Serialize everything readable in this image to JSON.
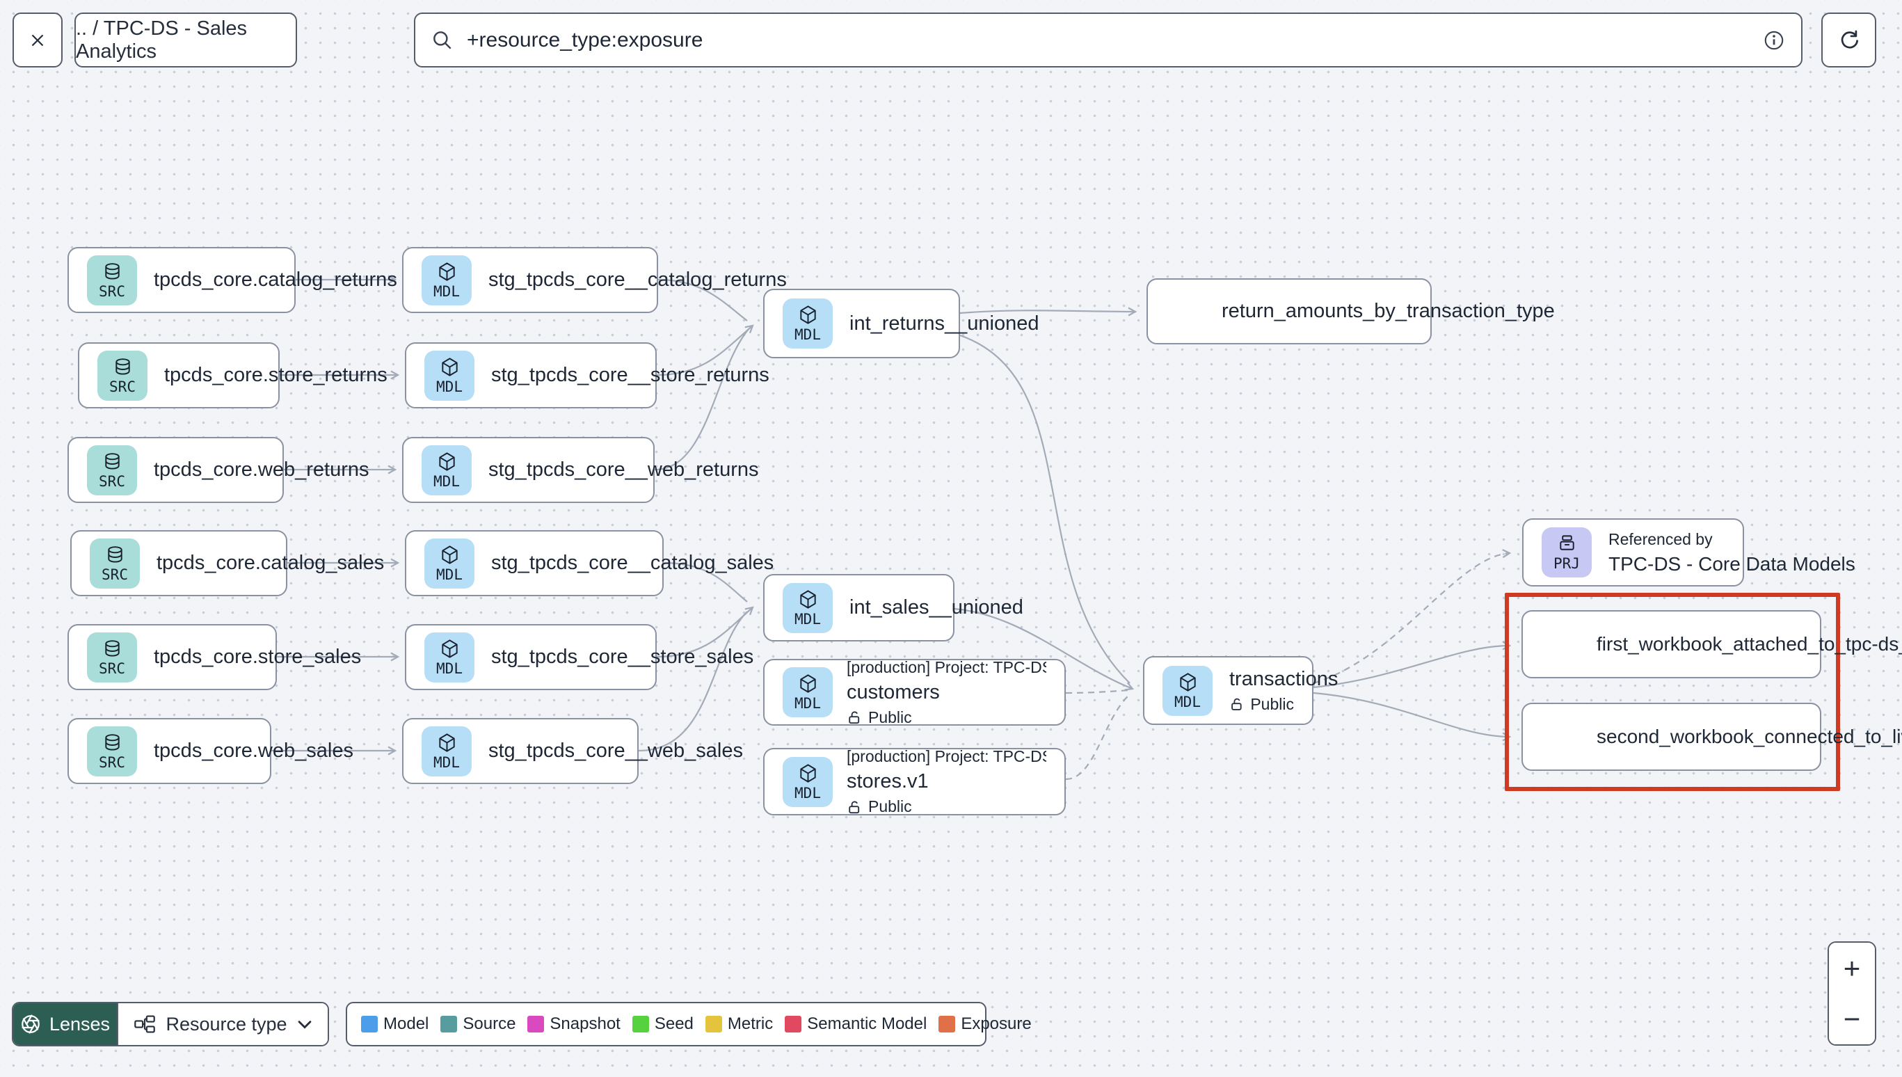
{
  "header": {
    "breadcrumb": ".. / TPC-DS - Sales Analytics",
    "search_value": "+resource_type:exposure"
  },
  "badges": {
    "source": "SRC",
    "model": "MDL",
    "project": "PRJ"
  },
  "nodes": [
    {
      "type": "source",
      "label": "tpcds_core.catalog_returns"
    },
    {
      "type": "source",
      "label": "tpcds_core.store_returns"
    },
    {
      "type": "source",
      "label": "tpcds_core.web_returns"
    },
    {
      "type": "source",
      "label": "tpcds_core.catalog_sales"
    },
    {
      "type": "source",
      "label": "tpcds_core.store_sales"
    },
    {
      "type": "source",
      "label": "tpcds_core.web_sales"
    },
    {
      "type": "model",
      "label": "stg_tpcds_core__catalog_returns"
    },
    {
      "type": "model",
      "label": "stg_tpcds_core__store_returns"
    },
    {
      "type": "model",
      "label": "stg_tpcds_core__web_returns"
    },
    {
      "type": "model",
      "label": "stg_tpcds_core__catalog_sales"
    },
    {
      "type": "model",
      "label": "stg_tpcds_core__store_sales"
    },
    {
      "type": "model",
      "label": "stg_tpcds_core__web_sales"
    },
    {
      "type": "model",
      "label": "int_returns__unioned"
    },
    {
      "type": "model",
      "label": "int_sales__unioned"
    },
    {
      "type": "model",
      "project_line": "[production] Project: TPC-DS - Core Data Mo…",
      "label": "customers",
      "access": "Public"
    },
    {
      "type": "model",
      "project_line": "[production] Project: TPC-DS - Core Data Mo…",
      "label": "stores.v1",
      "access": "Public"
    },
    {
      "type": "exposure",
      "label": "return_amounts_by_transaction_type"
    },
    {
      "type": "model",
      "label": "transactions",
      "access": "Public"
    },
    {
      "type": "project",
      "title": "Referenced by",
      "label": "TPC-DS - Core Data Models"
    },
    {
      "type": "exposure",
      "label": "first_workbook_attached_to_tpc-ds_-_…"
    },
    {
      "type": "exposure",
      "label": "second_workbook_connected_to_live…"
    }
  ],
  "legend": {
    "items": [
      {
        "label": "Model",
        "color": "#4c9eea"
      },
      {
        "label": "Source",
        "color": "#579da0"
      },
      {
        "label": "Snapshot",
        "color": "#d94ac1"
      },
      {
        "label": "Seed",
        "color": "#56d23e"
      },
      {
        "label": "Metric",
        "color": "#e5c43d"
      },
      {
        "label": "Semantic Model",
        "color": "#e0495f"
      },
      {
        "label": "Exposure",
        "color": "#df7048"
      }
    ]
  },
  "controls": {
    "lenses": "Lenses",
    "resource_type": "Resource type",
    "zoom_in": "+",
    "zoom_out": "−"
  },
  "colors": {
    "source_badge": "#a8ddd9",
    "model_badge": "#b6def7",
    "project_badge": "#c7c8f3",
    "highlight_box": "#cf3a22",
    "edge": "#a3abb8",
    "lenses_bg": "#2c5e54",
    "canvas_bg": "#f2f4f7"
  }
}
